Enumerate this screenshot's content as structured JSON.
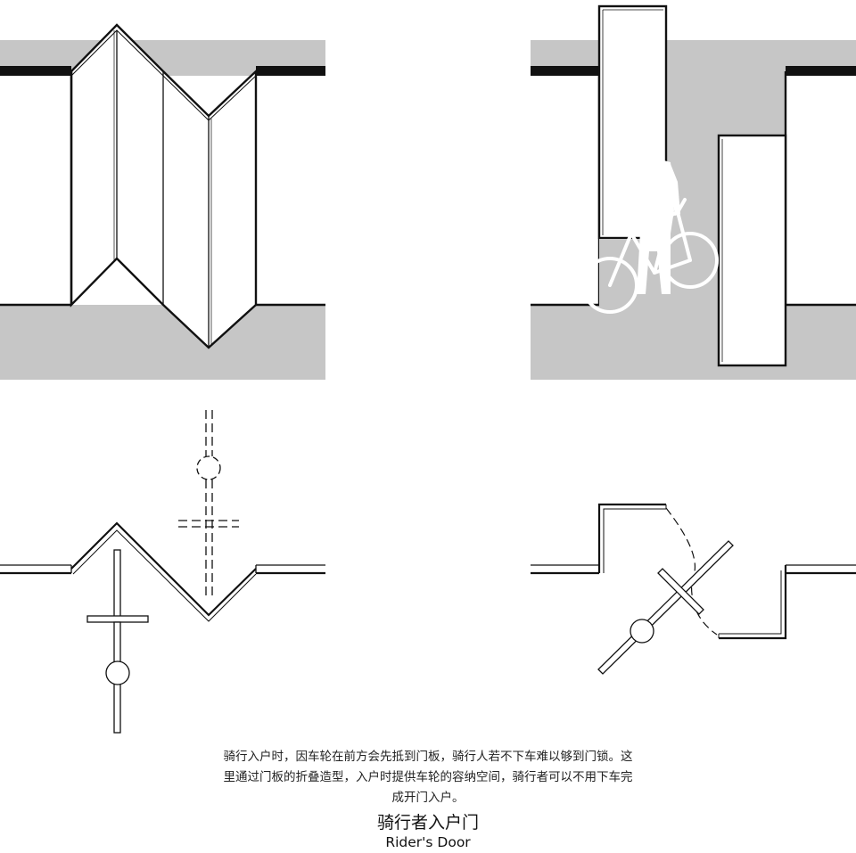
{
  "description": "骑行入户时，因车轮在前方会先抵到门板，骑行人若不下车难以够到门锁。这里通过门板的折叠造型，入户时提供车轮的容纳空间，骑行者可以不用下车完成开门入户。",
  "title_cn": "骑行者入户门",
  "title_en": "Rider's Door",
  "colors": {
    "floor": "#c6c6c6",
    "line": "#111111",
    "door": "#ffffff"
  }
}
